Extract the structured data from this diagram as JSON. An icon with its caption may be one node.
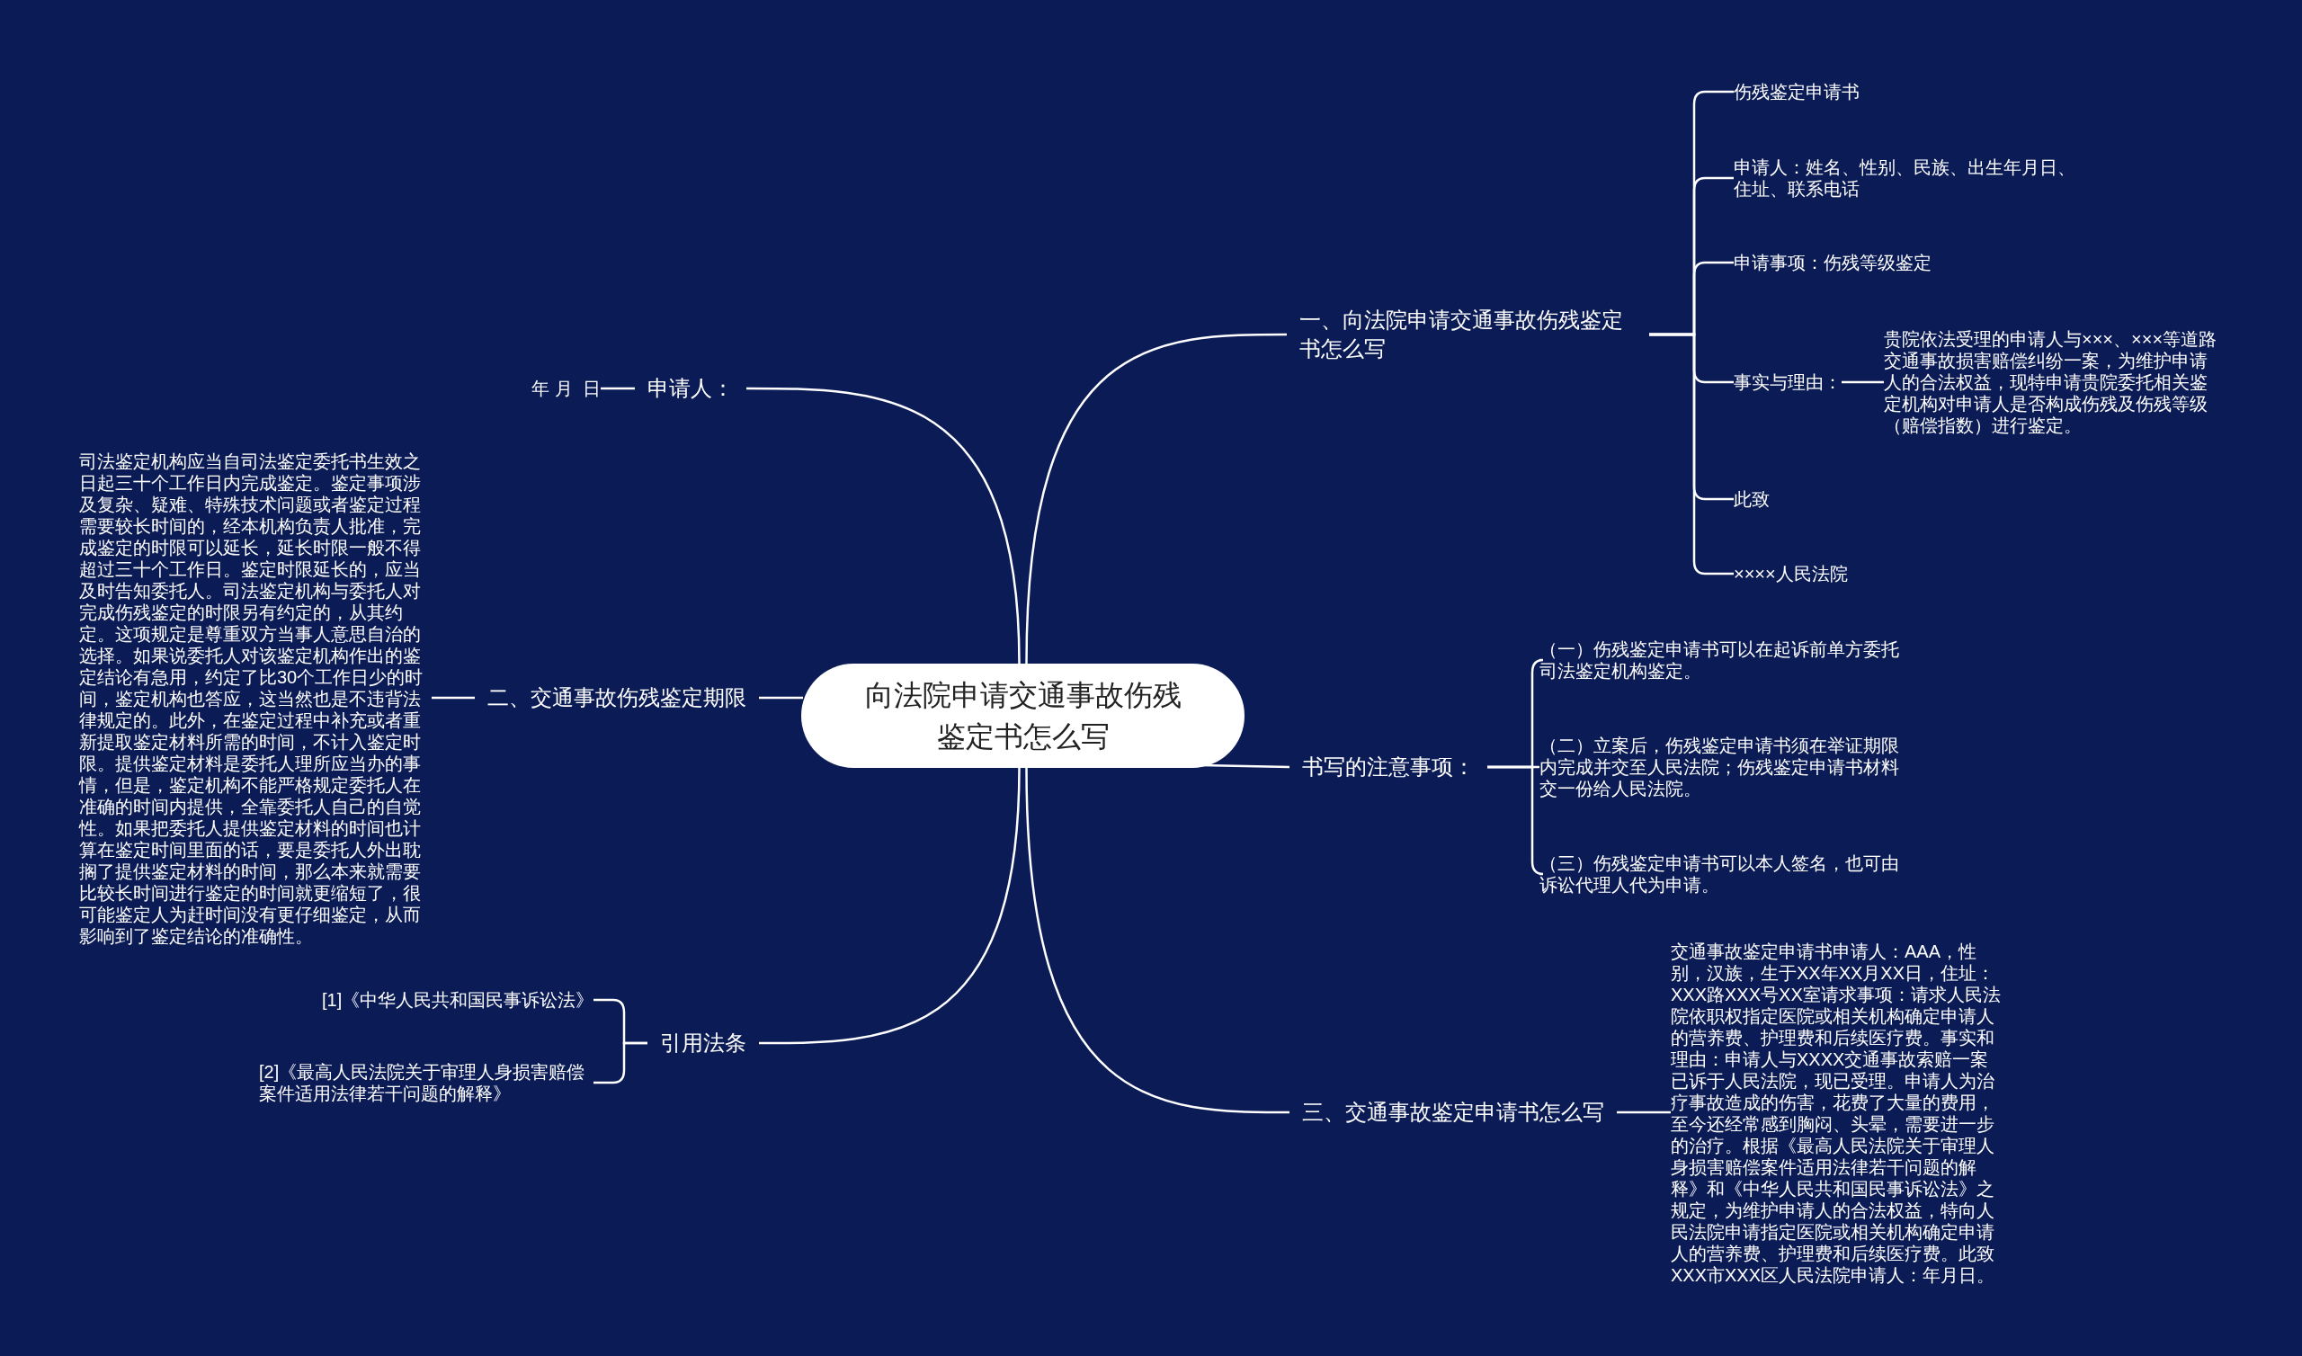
{
  "diagram": {
    "nodes": [
      {
        "text": [
          "向法院申请交通事故伤残鉴定书怎么写"
        ]
      },
      {
        "text": [
          "一、向法院申请交通事故伤残鉴定书怎么写"
        ]
      },
      {
        "text": [
          "伤残鉴定申请书"
        ]
      },
      {
        "text": [
          "申请人：姓名、性别、民族、出生年月日、住址、联系电话"
        ]
      },
      {
        "text": [
          "申请事项：伤残等级鉴定"
        ]
      },
      {
        "text": [
          "事实与理由："
        ]
      },
      {
        "text": [
          "贵院依法受理的申请人与×××、×××等道路交通事故损害赔偿纠纷一案，为维护申请人的合法权益，现特申请贵院委托相关鉴定机构对申请人是否构成伤残及伤残等级（赔偿指数）进行鉴定。"
        ]
      },
      {
        "text": [
          "此致"
        ]
      },
      {
        "text": [
          "××××人民法院"
        ]
      },
      {
        "text": [
          "书写的注意事项："
        ]
      },
      {
        "text": [
          "（一）伤残鉴定申请书可以在起诉前单方委托司法鉴定机构鉴定。"
        ]
      },
      {
        "text": [
          "（二）立案后，伤残鉴定申请书须在举证期限内完成并交至人民法院；伤残鉴定申请书材料交一份给人民法院。"
        ]
      },
      {
        "text": [
          "（三）伤残鉴定申请书可以本人签名，也可由诉讼代理人代为申请。"
        ]
      },
      {
        "text": [
          "三、交通事故鉴定申请书怎么写"
        ]
      },
      {
        "text": [
          "交通事故鉴定申请书申请人：AAA，性别，汉族，生于XX年XX月XX日，住址：XXX路XXX号XX室请求事项：请求人民法院依职权指定医院或相关机构确定申请人的营养费、护理费和后续医疗费。事实和理由：申请人与XXXX交通事故索赔一案已诉于人民法院，现已受理。申请人为治疗事故造成的伤害，花费了大量的费用，至今还经常感到胸闷、头晕，需要进一步的治疗。根据《最高人民法院关于审理人身损害赔偿案件适用法律若干问题的解释》和《中华人民共和国民事诉讼法》之规定，为维护申请人的合法权益，特向人民法院申请指定医院或相关机构确定申请人的营养费、护理费和后续医疗费。此致XXX市XXX区人民法院申请人：年月日。"
        ]
      },
      {
        "text": [
          "申请人："
        ]
      },
      {
        "text": [
          "年 月  日"
        ]
      },
      {
        "text": [
          "二、交通事故伤残鉴定期限"
        ]
      },
      {
        "text": [
          "司法鉴定机构应当自司法鉴定委托书生效之日起三十个工作日内完成鉴定。鉴定事项涉及复杂、疑难、特殊技术问题或者鉴定过程需要较长时间的，经本机构负责人批准，完成鉴定的时限可以延长，延长时限一般不得超过三十个工作日。鉴定时限延长的，应当及时告知委托人。司法鉴定机构与委托人对完成伤残鉴定的时限另有约定的，从其约定。这项规定是尊重双方当事人意思自治的选择。如果说委托人对该鉴定机构作出的鉴定结论有急用，约定了比30个工作日少的时间，鉴定机构也答应，这当然也是不违背法律规定的。此外，在鉴定过程中补充或者重新提取鉴定材料所需的时间，不计入鉴定时限。提供鉴定材料是委托人理所应当办的事情，但是，鉴定机构不能严格规定委托人在准确的时间内提供，全靠委托人自己的自觉性。如果把委托人提供鉴定材料的时间也计算在鉴定时间里面的话，要是委托人外出耽搁了提供鉴定材料的时间，那么本来就需要比较长时间进行鉴定的时间就更缩短了，很可能鉴定人为赶时间没有更仔细鉴定，从而影响到了鉴定结论的准确性。"
        ]
      },
      {
        "text": [
          "引用法条"
        ]
      },
      {
        "text": [
          "[1]《中华人民共和国民事诉讼法》"
        ]
      },
      {
        "text": [
          "[2]《最高人民法院关于审理人身损害赔偿案件适用法律若干问题的解释》"
        ]
      }
    ],
    "edges": [
      {
        "from": 0,
        "to": 1,
        "arrow": "none"
      },
      {
        "from": 1,
        "to": 2,
        "arrow": "none"
      },
      {
        "from": 1,
        "to": 3,
        "arrow": "none"
      },
      {
        "from": 1,
        "to": 4,
        "arrow": "none"
      },
      {
        "from": 1,
        "to": 5,
        "arrow": "none"
      },
      {
        "from": 5,
        "to": 6,
        "arrow": "none"
      },
      {
        "from": 1,
        "to": 7,
        "arrow": "none"
      },
      {
        "from": 1,
        "to": 8,
        "arrow": "none"
      },
      {
        "from": 0,
        "to": 9,
        "arrow": "none"
      },
      {
        "from": 9,
        "to": 10,
        "arrow": "none"
      },
      {
        "from": 9,
        "to": 11,
        "arrow": "none"
      },
      {
        "from": 9,
        "to": 12,
        "arrow": "none"
      },
      {
        "from": 0,
        "to": 13,
        "arrow": "none"
      },
      {
        "from": 13,
        "to": 14,
        "arrow": "none"
      },
      {
        "from": 0,
        "to": 15,
        "arrow": "none"
      },
      {
        "from": 15,
        "to": 16,
        "arrow": "none"
      },
      {
        "from": 0,
        "to": 17,
        "arrow": "none"
      },
      {
        "from": 17,
        "to": 18,
        "arrow": "none"
      },
      {
        "from": 0,
        "to": 19,
        "arrow": "none"
      },
      {
        "from": 19,
        "to": 20,
        "arrow": "none"
      },
      {
        "from": 19,
        "to": 21,
        "arrow": "none"
      }
    ]
  }
}
